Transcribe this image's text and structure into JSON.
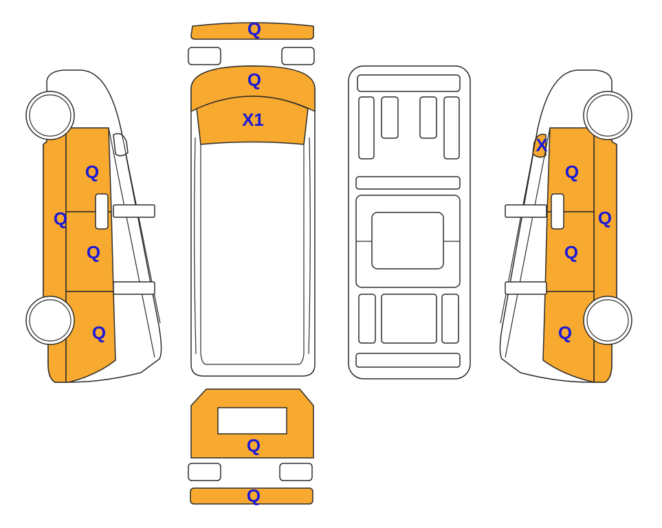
{
  "colors": {
    "damage_fill": "#F8A92F",
    "label": "#1A1AD6",
    "outline": "#2A2A2A",
    "background": "#FFFFFF"
  },
  "labels": {
    "front_bumper": "Q",
    "hood": "Q",
    "windshield": "X1",
    "left_front_fender": "Q",
    "left_front_door": "Q",
    "left_front_edge": "Q",
    "left_rear_quarter": "Q",
    "right_mirror": "X",
    "right_front_door": "Q",
    "right_front_edge": "Q",
    "right_rear_door": "Q",
    "right_rear_quarter": "Q",
    "rear_door": "Q",
    "rear_bumper": "Q"
  }
}
